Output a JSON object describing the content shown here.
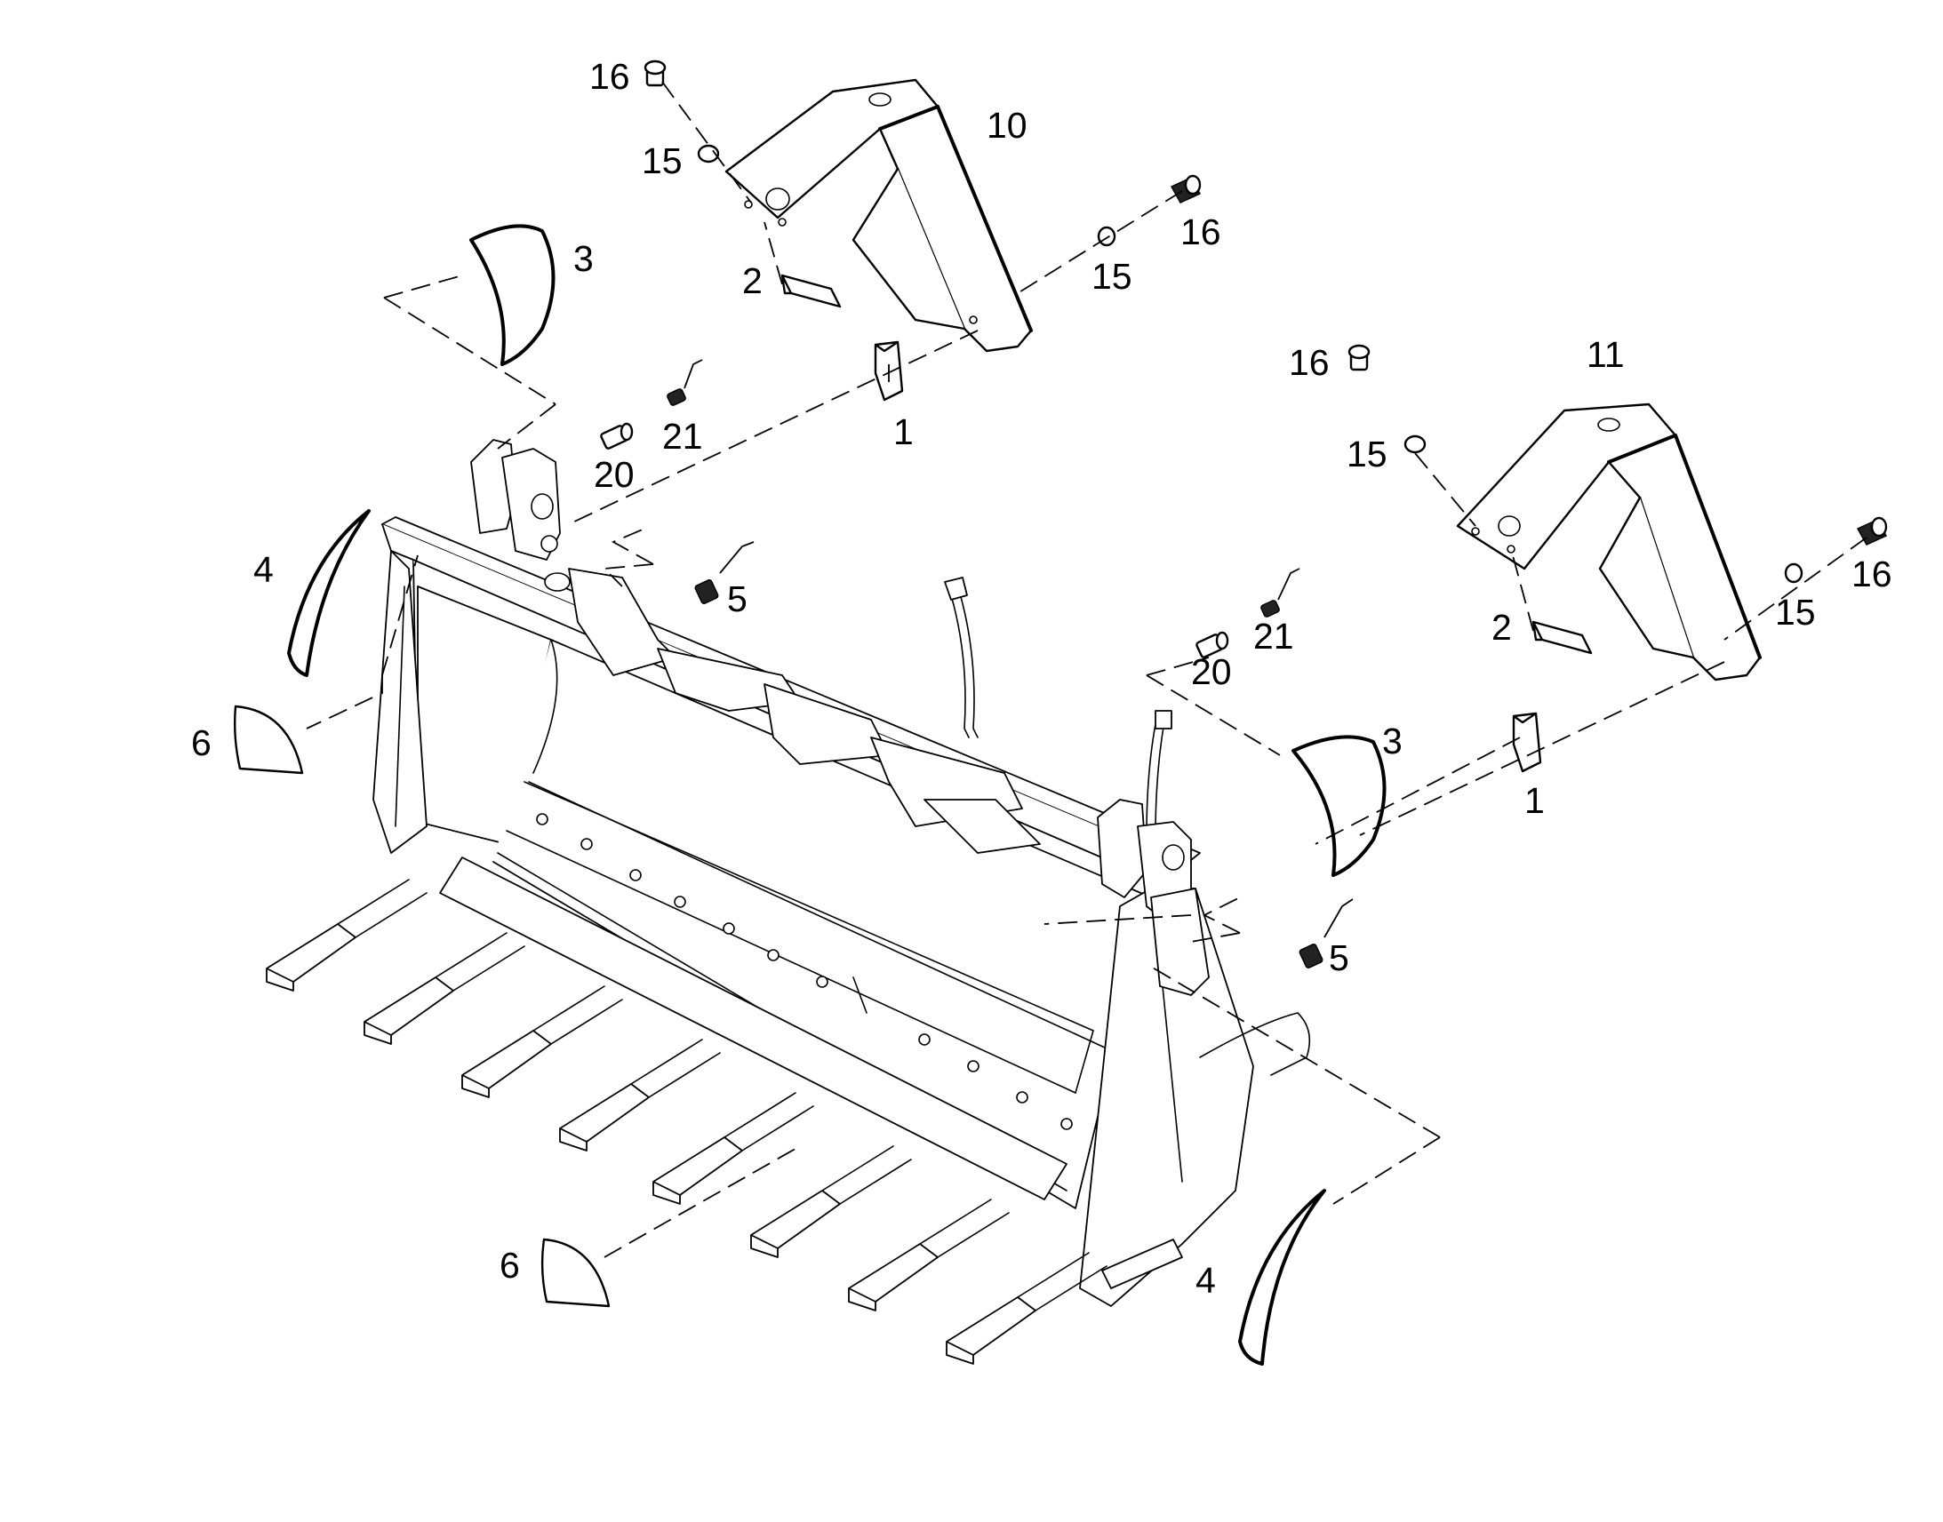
{
  "callouts": {
    "c16_top_left": "16",
    "c15_top_left": "15",
    "c10": "10",
    "c16_top_mid": "16",
    "c15_top_mid": "15",
    "c3_left": "3",
    "c2_left": "2",
    "c1_left": "1",
    "c21_left": "21",
    "c20_left": "20",
    "c4_left": "4",
    "c5_left": "5",
    "c6_left": "6",
    "c11": "11",
    "c16_right_top": "16",
    "c15_right_top": "15",
    "c16_right": "16",
    "c15_right": "15",
    "c2_right": "2",
    "c21_right": "21",
    "c20_right": "20",
    "c3_right": "3",
    "c1_right": "1",
    "c5_right": "5",
    "c6_bottom": "6",
    "c4_bottom": "4"
  },
  "colors": {
    "line": "#000000",
    "background": "#ffffff"
  }
}
